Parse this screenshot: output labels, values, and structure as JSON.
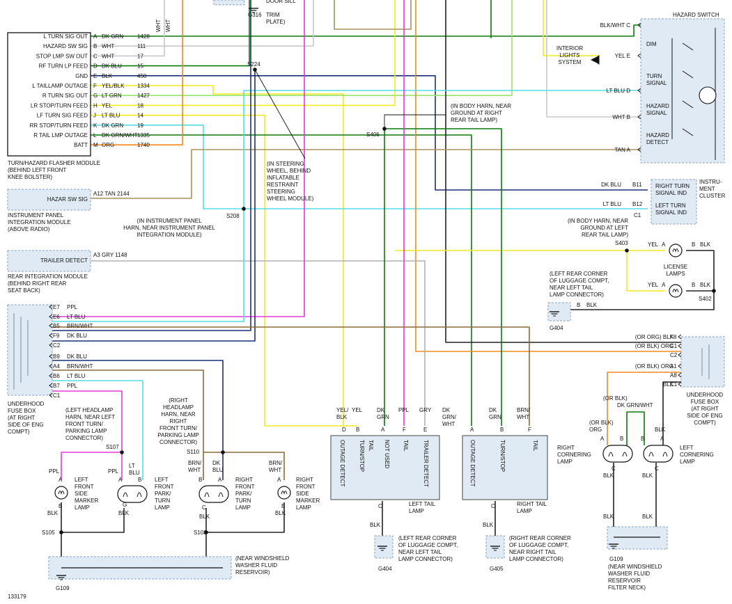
{
  "wire_colors": {
    "dk_grn": "#0a7a0a",
    "wht": "#c8c8c8",
    "blk": "#222222",
    "dk_blu": "#1a2f7a",
    "yel": "#f2ea1d",
    "lt_grn": "#9be06a",
    "lt_blu": "#54dde4",
    "tan": "#a8905a",
    "orange": "#f08a1c",
    "ppl": "#e23ad9",
    "gry": "#b0b0b0",
    "brn": "#8a6a3a"
  },
  "top_labels": {
    "trim_plate": "TRIM",
    "door_sill": "DOOR SILL",
    "plate": "PLATE)",
    "g316": "G316",
    "wht_a": "WHT",
    "wht_b": "WHT"
  },
  "flasher": {
    "pins": [
      {
        "name": "L TURN SIG OUT",
        "pin": "A",
        "color": "DK GRN",
        "circuit": "1428"
      },
      {
        "name": "HAZARD SW SIG",
        "pin": "B",
        "color": "WHT",
        "circuit": "111"
      },
      {
        "name": "STOP LMP SW OUT",
        "pin": "C",
        "color": "WHT",
        "circuit": "17"
      },
      {
        "name": "RF TURN LP FEED",
        "pin": "D",
        "color": "DK BLU",
        "circuit": "15"
      },
      {
        "name": "GND",
        "pin": "E",
        "color": "BLK",
        "circuit": "450"
      },
      {
        "name": "L TAILLAMP OUTAGE",
        "pin": "F",
        "color": "YEL/BLK",
        "circuit": "1334"
      },
      {
        "name": "R TURN SIG OUT",
        "pin": "G",
        "color": "LT GRN",
        "circuit": "1427"
      },
      {
        "name": "LR STOP/TURN FEED",
        "pin": "H",
        "color": "YEL",
        "circuit": "18"
      },
      {
        "name": "LF TURN SIG FEED",
        "pin": "J",
        "color": "LT BLU",
        "circuit": "14"
      },
      {
        "name": "RR STOP/TURN FEED",
        "pin": "K",
        "color": "DK GRN",
        "circuit": "19"
      },
      {
        "name": "R TAIL LMP OUTAGE",
        "pin": "L",
        "color": "DK GRN/WHT",
        "circuit": "1335"
      },
      {
        "name": "BATT",
        "pin": "M",
        "color": "ORG",
        "circuit": "1740"
      }
    ],
    "caption": [
      "TURN/HAZARD FLASHER MODULE",
      "(BEHIND LEFT FRONT",
      "KNEE BOLSTER)"
    ]
  },
  "splices": {
    "s224": "S224",
    "s406": "S406",
    "s208": "S208",
    "s403": "S403",
    "s402": "S402",
    "s107": "S107",
    "s110": "S110",
    "s105": "S105",
    "s108": "S108"
  },
  "notes": {
    "steering": [
      "(IN STEERING",
      "WHEEL, BEHIND",
      "INFLATABLE",
      "RESTRAINT",
      "STEERING",
      "WHEEL MODULE)"
    ],
    "body_harn_right": [
      "(IN BODY HARN, NEAR",
      "GROUND AT RIGHT",
      "REAR TAIL LAMP)"
    ],
    "ip_harn": [
      "(IN INSTRUMENT PANEL",
      "HARN, NEAR INSTRUMENT PANEL",
      "INTEGRATION MODULE)"
    ],
    "body_harn_left": [
      "(IN BODY HARN, NEAR",
      "GROUND AT LEFT",
      "REAR TAIL LAMP)"
    ],
    "g404_top": [
      "(LEFT REAR CORNER",
      "OF LUGGAGE COMPT,",
      "NEAR LEFT TAIL",
      "LAMP CONNECTOR)"
    ],
    "headlamp_left": [
      "(LEFT HEADLAMP",
      "HARN, NEAR LEFT",
      "FRONT TURN/",
      "PARKING LAMP",
      "CONNECTOR)"
    ],
    "headlamp_right": [
      "(RIGHT",
      "HEADLAMP",
      "HARN, NEAR",
      "RIGHT",
      "FRONT TURN/",
      "PARKING LAMP",
      "CONNECTOR)"
    ],
    "washer_left": [
      "(NEAR WINDSHIELD",
      "WASHER FLUID",
      "RESERVOIR)"
    ],
    "g404_bottom": [
      "(LEFT REAR CORNER",
      "OF LUGGAGE COMPT,",
      "NEAR LEFT TAIL",
      "LAMP CONNECTOR)"
    ],
    "g405": [
      "(RIGHT REAR CORNER",
      "OF LUGGAGE COMPT,",
      "NEAR RIGHT TAIL",
      "LAMP CONNECTOR)"
    ],
    "washer_right": [
      "(NEAR WINDSHIELD",
      "WASHER FLUID",
      "RESERVOIR",
      "FILTER NECK)"
    ]
  },
  "hazard_switch": {
    "title": "HAZARD SWITCH",
    "pins": [
      {
        "label": "BLK/WHT",
        "pin": "C"
      },
      {
        "label": "YEL",
        "pin": "E",
        "name": "DIM"
      },
      {
        "label": "LT BLU",
        "pin": "D",
        "name": "TURN SIGNAL"
      },
      {
        "label": "WHT",
        "pin": "B",
        "name": "HAZARD SIGNAL"
      },
      {
        "label": "TAN",
        "pin": "A",
        "name": "HAZARD DETECT"
      }
    ],
    "dim": "DIM",
    "turn": [
      "TURN",
      "SIGNAL"
    ],
    "hazard": [
      "HAZARD",
      "SIGNAL"
    ],
    "detect": [
      "HAZARD",
      "DETECT"
    ]
  },
  "interior_lights": [
    "INTERIOR",
    "LIGHTS",
    "SYSTEM"
  ],
  "cluster": {
    "title": [
      "INSTRU-",
      "MENT",
      "CLUSTER"
    ],
    "right": [
      "RIGHT TURN",
      "SIGNAL IND"
    ],
    "left": [
      "LEFT TURN",
      "SIGNAL IND"
    ],
    "b11": "B11",
    "b12": "B12",
    "c1": "C1",
    "dk_blu": "DK BLU",
    "lt_blu": "LT BLU"
  },
  "ipim": {
    "label": "HAZAR SW SIG",
    "pin": "A12",
    "wire": "TAN",
    "circuit": "2144",
    "caption": [
      "INSTRUMENT PANEL",
      "INTEGRATION MODULE",
      "(ABOVE RADIO)"
    ]
  },
  "rim": {
    "label": "TRAILER DETECT",
    "pin": "A3",
    "wire": "GRY",
    "circuit": "1148",
    "caption": [
      "REAR INTEGRATION MODULE",
      "(BEHIND RIGHT REAR",
      "SEAT BACK)"
    ]
  },
  "left_fuse": {
    "pins": [
      {
        "pin": "E7",
        "color": "PPL"
      },
      {
        "pin": "E6",
        "color": "LT BLU"
      },
      {
        "pin": "B5",
        "color": "BRN/WHT"
      },
      {
        "pin": "F9",
        "color": "DK BLU"
      },
      {
        "pin": "C2",
        "color": ""
      },
      {
        "pin": "B9",
        "color": "DK BLU"
      },
      {
        "pin": "A4",
        "color": "BRN/WHT"
      },
      {
        "pin": "B6",
        "color": "LT BLU"
      },
      {
        "pin": "B7",
        "color": "PPL"
      },
      {
        "pin": "C1",
        "color": ""
      }
    ],
    "caption": [
      "UNDERHOOD",
      "FUSE BOX",
      "(AT RIGHT",
      "SIDE OF ENG",
      "COMPT)"
    ]
  },
  "right_fuse": {
    "pins": [
      {
        "pin": "F8",
        "color": "(OR ORG) BLK"
      },
      {
        "pin": "C1",
        "color": "(OR BLK) ORG"
      },
      {
        "pin": "C2",
        "color": ""
      },
      {
        "pin": "A1",
        "color": "(OR BLK) ORG"
      },
      {
        "pin": "A8",
        "color": ""
      },
      {
        "pin": "C1",
        "color": "BLK"
      }
    ],
    "caption": [
      "UNDERHOOD",
      "FUSE BOX",
      "(AT RIGHT",
      "SIDE OF ENG",
      "COMPT)"
    ]
  },
  "license": {
    "yel": "YEL",
    "a": "A",
    "b": "B",
    "blk": "BLK",
    "label": [
      "LICENSE",
      "LAMPS"
    ]
  },
  "g404_ground": {
    "b": "B",
    "blk": "BLK",
    "g": "G404"
  },
  "left_tail": {
    "wires": [
      {
        "w": "YEL/ BLK",
        "p": "D"
      },
      {
        "w": "YEL",
        "p": "B"
      },
      {
        "w": "DK GRN",
        "p": "A"
      },
      {
        "w": "PPL",
        "p": "F"
      },
      {
        "w": "GRY",
        "p": "E"
      }
    ],
    "inner": [
      "OUTAGE DETECT",
      "TURN/STOP",
      "TAIL",
      "NOT USED",
      "TAIL",
      "TRAILER DETECT"
    ],
    "label": [
      "LEFT TAIL",
      "LAMP"
    ],
    "c": "C",
    "blk": "BLK",
    "g": "G404"
  },
  "right_tail": {
    "wires": [
      {
        "w": "DK GRN/ WHT",
        "p": "A"
      },
      {
        "w": "DK GRN",
        "p": "B"
      },
      {
        "w": "BRN/ WHT",
        "p": "F"
      }
    ],
    "inner": [
      "OUTAGE DETECT",
      "TURN/STOP",
      "TAIL"
    ],
    "label": [
      "RIGHT TAIL",
      "LAMP"
    ],
    "c": "C",
    "blk": "BLK",
    "g": "G405"
  },
  "front_lamps": {
    "lf_side": [
      "LEFT",
      "FRONT",
      "SIDE",
      "MARKER",
      "LAMP"
    ],
    "lf_park": [
      "LEFT",
      "FRONT",
      "PARK/",
      "TURN",
      "LAMP"
    ],
    "rf_park": [
      "RIGHT",
      "FRONT",
      "PARK/",
      "TURN",
      "LAMP"
    ],
    "rf_side": [
      "RIGHT",
      "FRONT",
      "SIDE",
      "MARKER",
      "LAMP"
    ],
    "ppl": "PPL",
    "lt_blu": "LT BLU",
    "brn_wht": "BRN/ WHT",
    "dk_blu": "DK BLU",
    "blk": "BLK",
    "a": "A",
    "b": "B",
    "c": "C",
    "g": "G",
    "g109": "G109"
  },
  "cornering": {
    "or_blk_org": "(OR BLK) ORG",
    "or_blk": "(OR BLK)",
    "dk_grn_wht": "DK GRN/WHT",
    "blk": "BLK",
    "right": [
      "RIGHT",
      "CORNERING",
      "LAMP"
    ],
    "left": [
      "LEFT",
      "CORNERING",
      "LAMP"
    ],
    "a": "A",
    "b": "B",
    "c": "C",
    "g109": "G109"
  },
  "ref": "133179"
}
